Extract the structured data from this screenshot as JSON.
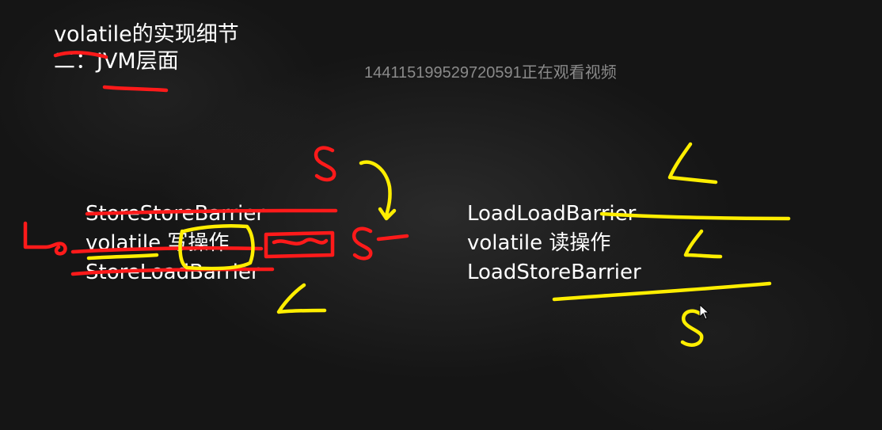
{
  "slide": {
    "title": "volatile的实现细节",
    "subtitle": "二：JVM层面",
    "watermark": "1441151995297205​91正在观看视频"
  },
  "left_column": {
    "line1": "StoreStoreBarrier",
    "line2": "volatile 写操作",
    "line3": "StoreLoadBarrier"
  },
  "right_column": {
    "line1": "LoadLoadBarrier",
    "line2": "volatile 读操作",
    "line3": "LoadStoreBarrier"
  },
  "colors": {
    "background": "#151515",
    "text": "#ffffff",
    "watermark": "#8a8a8a",
    "ink_red": "#ff1a1a",
    "ink_yellow": "#ffee00"
  },
  "icons": {
    "cursor": "mouse-pointer-icon"
  }
}
